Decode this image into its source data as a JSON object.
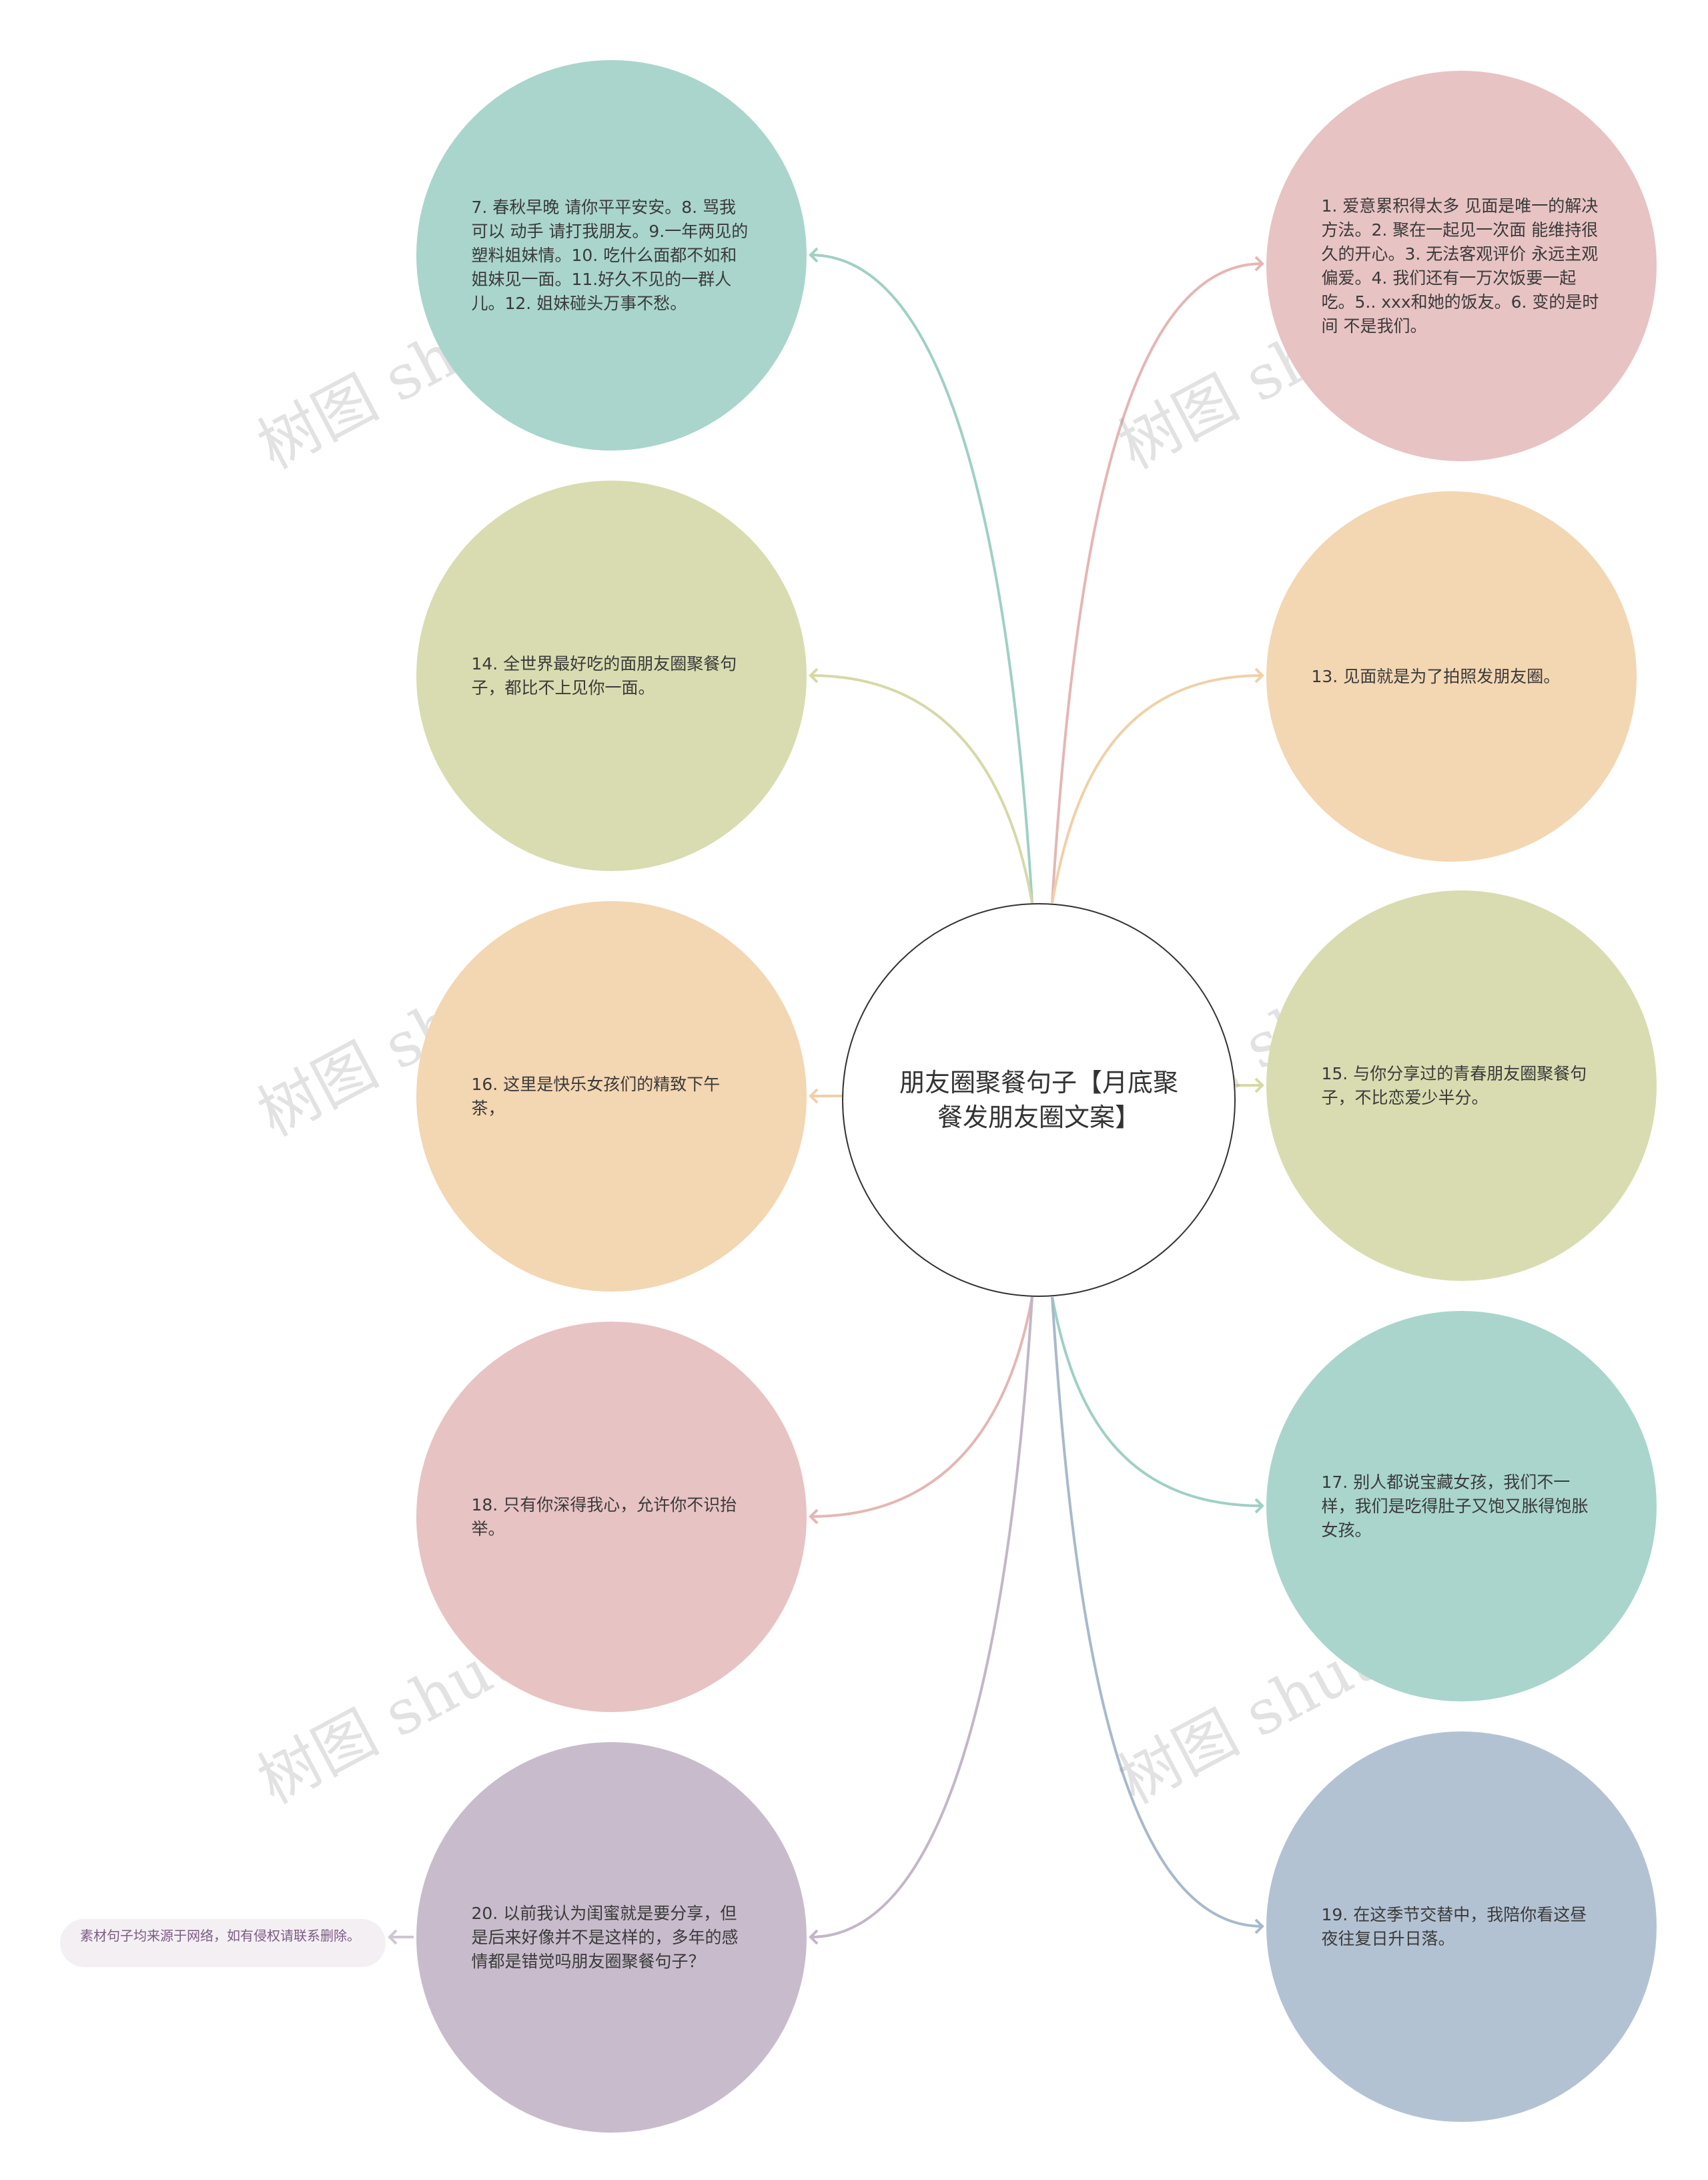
{
  "center": {
    "text": "朋友圈聚餐句子【月底聚餐发朋友圈文案】"
  },
  "nodes": [
    {
      "id": "n1",
      "text": "1. 爱意累积得太多 见面是唯一的解决方法。2. 聚在一起见一次面 能维持很久的开心。3. 无法客观评价 永远主观偏爱。4. 我们还有一万次饭要一起吃。5.. xxx和她的饭友。6. 变的是时间 不是我们。",
      "color": "#e8c3c3",
      "edge": "#e5b6b4"
    },
    {
      "id": "n7",
      "text": "7. 春秋早晚 请你平平安安。8. 骂我可以 动手 请打我朋友。9.一年两见的塑料姐妹情。10. 吃什么面都不如和姐妹见一面。11.好久不见的一群人儿。12. 姐妹碰头万事不愁。",
      "color": "#a9d5cc",
      "edge": "#9fd0c4"
    },
    {
      "id": "n13",
      "text": "13. 见面就是为了拍照发朋友圈。",
      "color": "#f3d6b2",
      "edge": "#f1d0a8"
    },
    {
      "id": "n14",
      "text": "14. 全世界最好吃的面朋友圈聚餐句子，都比不上见你一面。",
      "color": "#d9dcb0",
      "edge": "#d6d9a5"
    },
    {
      "id": "n15",
      "text": "15. 与你分享过的青春朋友圈聚餐句子，不比恋爱少半分。",
      "color": "#d9dcb0",
      "edge": "#d6d9a5"
    },
    {
      "id": "n16",
      "text": "16. 这里是快乐女孩们的精致下午茶，",
      "color": "#f3d6b2",
      "edge": "#f1d0a8"
    },
    {
      "id": "n17",
      "text": "17. 别人都说宝藏女孩，我们不一样，我们是吃得肚子又饱又胀得饱胀女孩。",
      "color": "#a9d5cc",
      "edge": "#9fd0c4"
    },
    {
      "id": "n18",
      "text": "18. 只有你深得我心，允许你不识抬举。",
      "color": "#e8c3c3",
      "edge": "#e5b6b4"
    },
    {
      "id": "n19",
      "text": "19. 在这季节交替中，我陪你看这昼夜往复日升日落。",
      "color": "#b3c2d3",
      "edge": "#a8b9cc"
    },
    {
      "id": "n20",
      "text": "20. 以前我认为闺蜜就是要分享，但是后来好像并不是这样的，多年的感情都是错觉吗朋友圈聚餐句子？",
      "color": "#c8bccc",
      "edge": "#c3b6c8"
    }
  ],
  "note": {
    "text": "素材句子均来源于网络，如有侵权请联系删除。",
    "edge": "#cfc6d2"
  },
  "watermark": {
    "text": "树图 shutu.cn",
    "color": "#969696"
  }
}
